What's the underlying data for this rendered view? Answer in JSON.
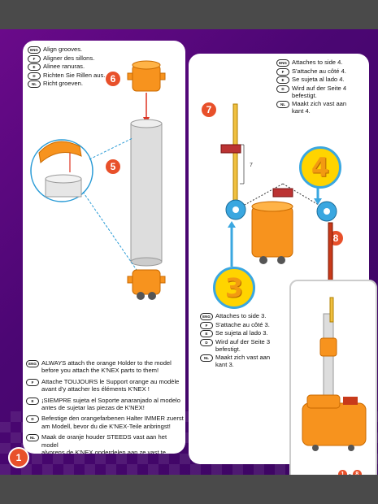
{
  "page": {
    "page_number": "1"
  },
  "left_panel": {
    "step_top": "6",
    "step_mid": "5",
    "instructions_top": [
      {
        "lang": "ENG",
        "text": "Align grooves."
      },
      {
        "lang": "F",
        "text": "Aligner des sillons."
      },
      {
        "lang": "E",
        "text": "Alinee ranuras."
      },
      {
        "lang": "D",
        "text": "Richten Sie Rillen aus."
      },
      {
        "lang": "NL",
        "text": "Richt groeven."
      }
    ],
    "instructions_bottom": [
      {
        "lang": "ENG",
        "text": "ALWAYS attach the orange Holder to the model\nbefore you attach the K'NEX parts to them!"
      },
      {
        "lang": "F",
        "text": "Attache TOUJOURS le Support orange au modèle\navant d'y attacher les éléments K'NEX !"
      },
      {
        "lang": "E",
        "text": "¡SIEMPRE sujeta el Soporte anaranjado al modelo\nantes de sujetar las piezas de K'NEX!"
      },
      {
        "lang": "D",
        "text": "Befestige den orangefarbenen Halter IMMER zuerst\nam Modell, bevor du die K'NEX-Teile anbringst!"
      },
      {
        "lang": "NL",
        "text": "Maak de oranje houder STEEDS vast aan het model\nalvorens de K'NEX onderdelen aan ze vast te maken!"
      }
    ]
  },
  "right_panel": {
    "step_top": "7",
    "step_side": "8",
    "big_num_4": "4",
    "big_num_3": "3",
    "dimension_label": "7",
    "instructions_side4": [
      {
        "lang": "ENG",
        "text": "Attaches to side 4."
      },
      {
        "lang": "F",
        "text": "S'attache au côté 4."
      },
      {
        "lang": "E",
        "text": "Se sujeta al lado 4."
      },
      {
        "lang": "D",
        "text": "Wird auf der Seite 4\nbefestigt."
      },
      {
        "lang": "NL",
        "text": "Maakt zich vast aan\nkant 4."
      }
    ],
    "instructions_side3": [
      {
        "lang": "ENG",
        "text": "Attaches to side 3."
      },
      {
        "lang": "F",
        "text": "S'attache au côté 3."
      },
      {
        "lang": "E",
        "text": "Se sujeta al lado 3."
      },
      {
        "lang": "D",
        "text": "Wird auf der Seite 3\nbefestigt."
      },
      {
        "lang": "NL",
        "text": "Maakt zich vast aan\nkant 3."
      }
    ]
  },
  "inset": {
    "range_start": "1",
    "range_sep": "-",
    "range_end": "8"
  },
  "colors": {
    "background": "#4b0673",
    "accent": "#e8502a",
    "orange_part": "#f7931e",
    "yellow": "#ffd400",
    "blue": "#3aa7e0"
  }
}
